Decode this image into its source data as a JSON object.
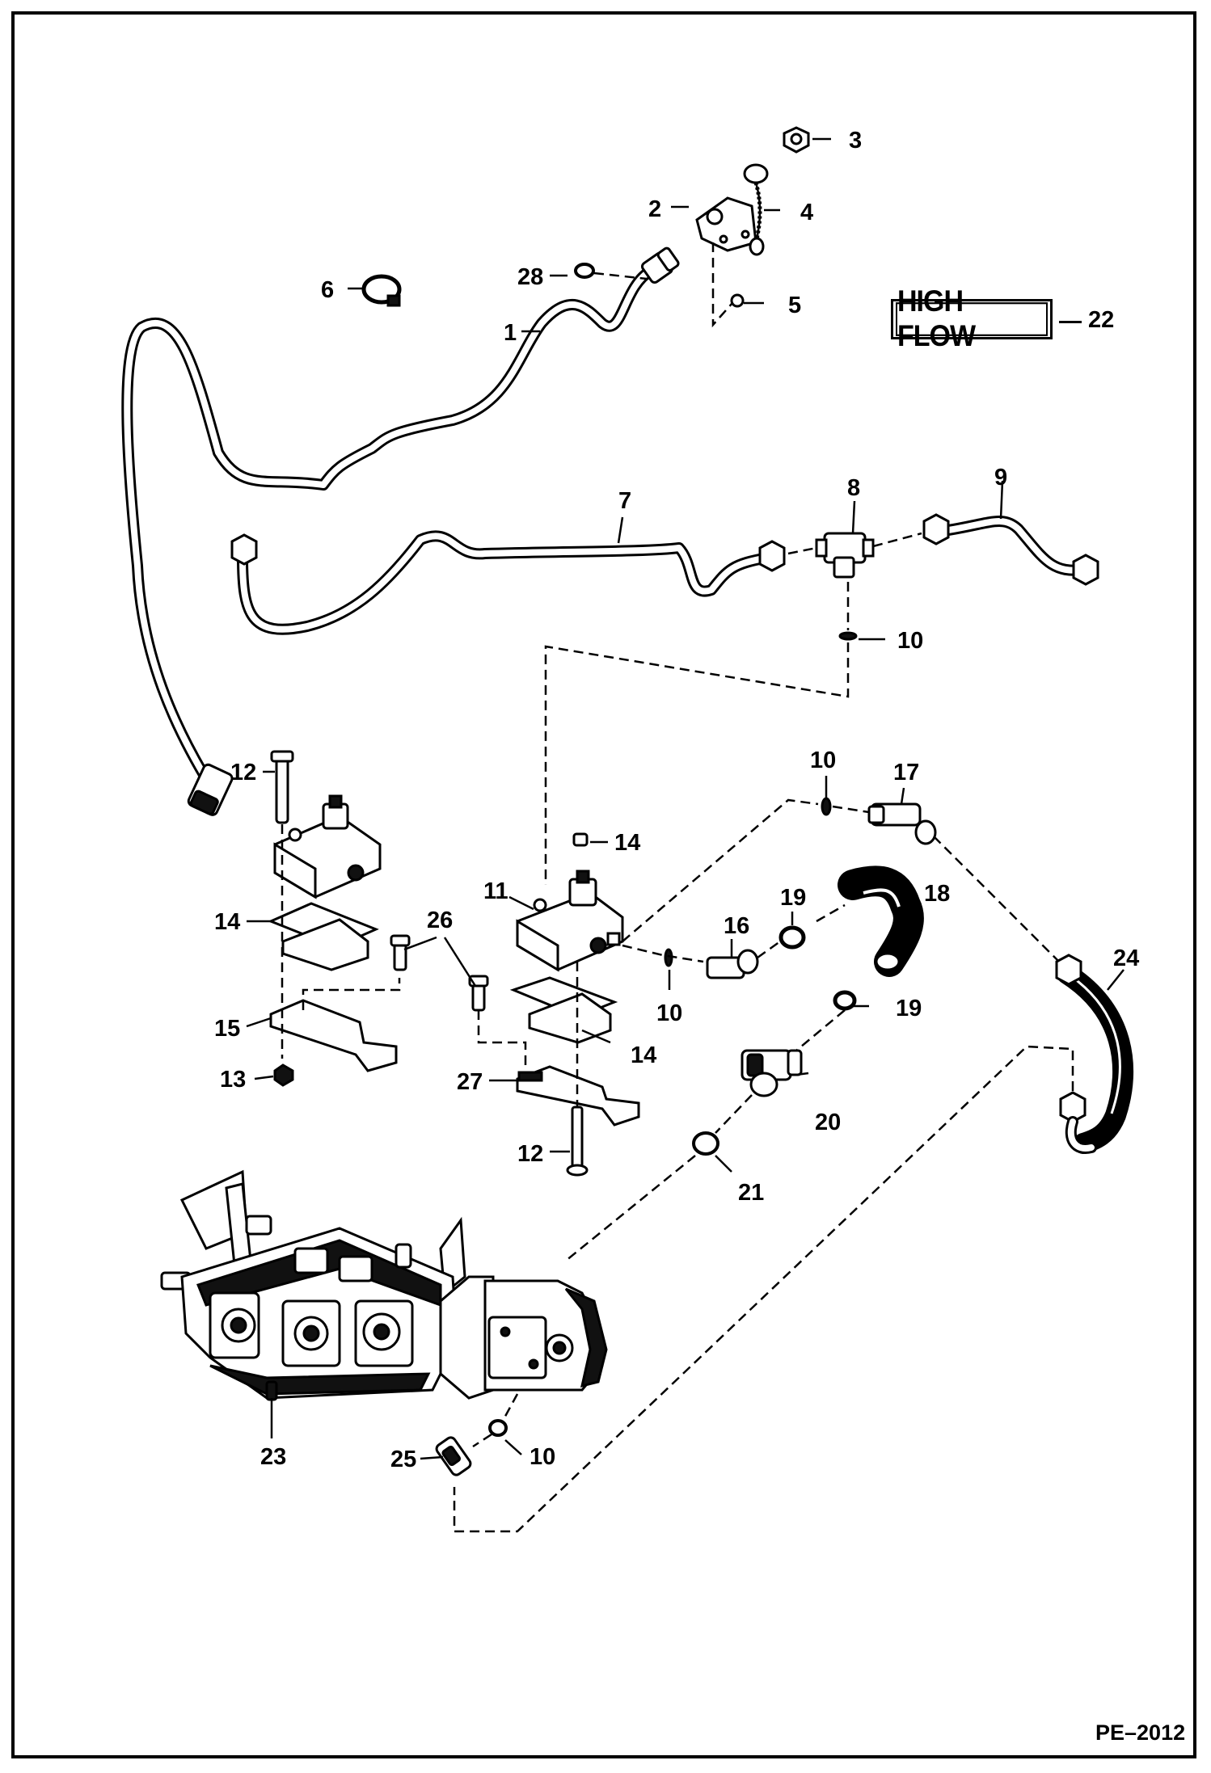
{
  "badge": {
    "text": "HIGH FLOW",
    "callout": "22"
  },
  "page_code": "PE–2012",
  "callouts": {
    "c1": "1",
    "c2": "2",
    "c3": "3",
    "c4": "4",
    "c5": "5",
    "c6": "6",
    "c7": "7",
    "c8": "8",
    "c9": "9",
    "c10a": "10",
    "c10b": "10",
    "c10c": "10",
    "c10d": "10",
    "c11": "11",
    "c12a": "12",
    "c12b": "12",
    "c13": "13",
    "c14a": "14",
    "c14b": "14",
    "c14c": "14",
    "c15": "15",
    "c16": "16",
    "c17": "17",
    "c18": "18",
    "c19a": "19",
    "c19b": "19",
    "c20": "20",
    "c21": "21",
    "c23": "23",
    "c24": "24",
    "c25": "25",
    "c26": "26",
    "c27": "27",
    "c28": "28"
  }
}
